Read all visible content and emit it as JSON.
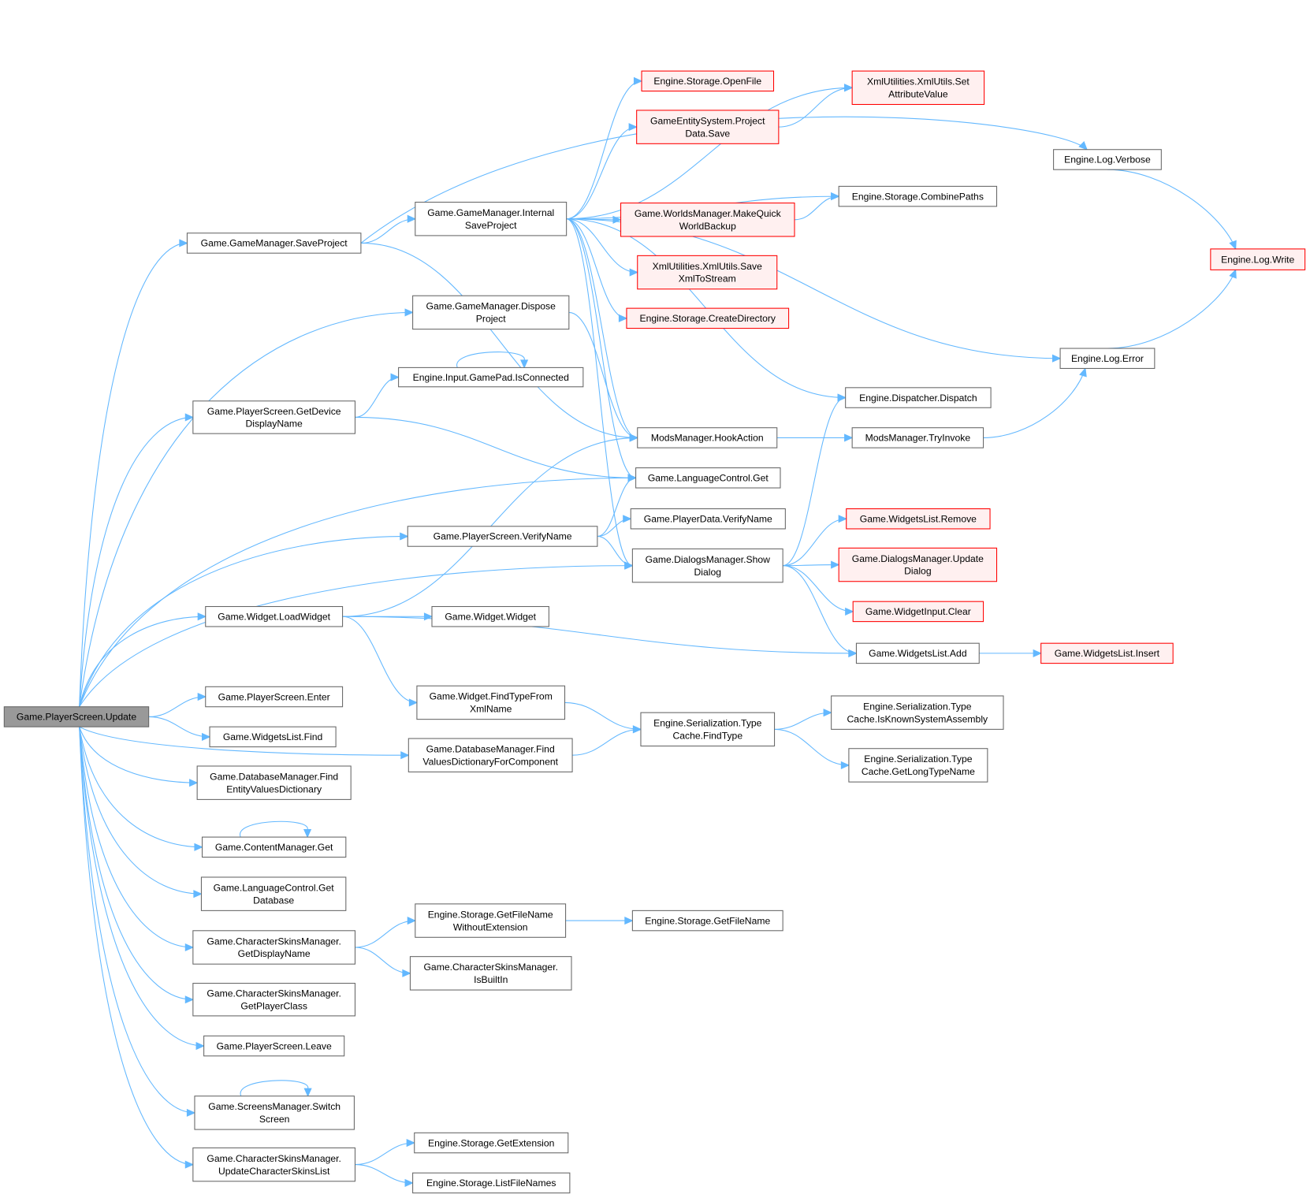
{
  "colors": {
    "edge": "#63b8ff",
    "box_border": "#666666",
    "red_border": "#ff0000",
    "red_fill": "#fff0f0",
    "root_fill": "#999999"
  },
  "nodes": [
    {
      "id": "update",
      "lines": [
        "Game.PlayerScreen.Update"
      ],
      "type": "root"
    },
    {
      "id": "saveproject",
      "lines": [
        "Game.GameManager.SaveProject"
      ]
    },
    {
      "id": "internalsave",
      "lines": [
        "Game.GameManager.Internal",
        "SaveProject"
      ]
    },
    {
      "id": "dispose",
      "lines": [
        "Game.GameManager.Dispose",
        "Project"
      ]
    },
    {
      "id": "isconnected",
      "lines": [
        "Engine.Input.GamePad.IsConnected"
      ]
    },
    {
      "id": "devicename",
      "lines": [
        "Game.PlayerScreen.GetDevice",
        "DisplayName"
      ]
    },
    {
      "id": "langget",
      "lines": [
        "Game.LanguageControl.Get"
      ]
    },
    {
      "id": "verifyname",
      "lines": [
        "Game.PlayerScreen.VerifyName"
      ]
    },
    {
      "id": "loadwidget",
      "lines": [
        "Game.Widget.LoadWidget"
      ]
    },
    {
      "id": "enter",
      "lines": [
        "Game.PlayerScreen.Enter"
      ]
    },
    {
      "id": "wfind",
      "lines": [
        "Game.WidgetsList.Find"
      ]
    },
    {
      "id": "findentity",
      "lines": [
        "Game.DatabaseManager.Find",
        "EntityValuesDictionary"
      ]
    },
    {
      "id": "contentget",
      "lines": [
        "Game.ContentManager.Get"
      ]
    },
    {
      "id": "getdatabase",
      "lines": [
        "Game.LanguageControl.Get",
        "Database"
      ]
    },
    {
      "id": "skindisplay",
      "lines": [
        "Game.CharacterSkinsManager.",
        "GetDisplayName"
      ]
    },
    {
      "id": "playerclass",
      "lines": [
        "Game.CharacterSkinsManager.",
        "GetPlayerClass"
      ]
    },
    {
      "id": "leave",
      "lines": [
        "Game.PlayerScreen.Leave"
      ]
    },
    {
      "id": "switchscreen",
      "lines": [
        "Game.ScreensManager.Switch",
        "Screen"
      ]
    },
    {
      "id": "updateskins",
      "lines": [
        "Game.CharacterSkinsManager.",
        "UpdateCharacterSkinsList"
      ]
    },
    {
      "id": "openfile",
      "lines": [
        "Engine.Storage.OpenFile"
      ],
      "type": "red"
    },
    {
      "id": "pdsave",
      "lines": [
        "GameEntitySystem.Project",
        "Data.Save"
      ],
      "type": "red"
    },
    {
      "id": "setattr",
      "lines": [
        "XmlUtilities.XmlUtils.Set",
        "AttributeValue"
      ],
      "type": "red"
    },
    {
      "id": "verbose",
      "lines": [
        "Engine.Log.Verbose"
      ]
    },
    {
      "id": "combine",
      "lines": [
        "Engine.Storage.CombinePaths"
      ]
    },
    {
      "id": "backup",
      "lines": [
        "Game.WorldsManager.MakeQuick",
        "WorldBackup"
      ],
      "type": "red"
    },
    {
      "id": "savexml",
      "lines": [
        "XmlUtilities.XmlUtils.Save",
        "XmlToStream"
      ],
      "type": "red"
    },
    {
      "id": "createdir",
      "lines": [
        "Engine.Storage.CreateDirectory"
      ],
      "type": "red"
    },
    {
      "id": "write",
      "lines": [
        "Engine.Log.Write"
      ],
      "type": "red"
    },
    {
      "id": "error",
      "lines": [
        "Engine.Log.Error"
      ]
    },
    {
      "id": "dispatch",
      "lines": [
        "Engine.Dispatcher.Dispatch"
      ]
    },
    {
      "id": "hook",
      "lines": [
        "ModsManager.HookAction"
      ]
    },
    {
      "id": "tryinvoke",
      "lines": [
        "ModsManager.TryInvoke"
      ]
    },
    {
      "id": "pdverify",
      "lines": [
        "Game.PlayerData.VerifyName"
      ]
    },
    {
      "id": "showdialog",
      "lines": [
        "Game.DialogsManager.Show",
        "Dialog"
      ]
    },
    {
      "id": "wremove",
      "lines": [
        "Game.WidgetsList.Remove"
      ],
      "type": "red"
    },
    {
      "id": "updatedialog",
      "lines": [
        "Game.DialogsManager.Update",
        "Dialog"
      ],
      "type": "red"
    },
    {
      "id": "inputclear",
      "lines": [
        "Game.WidgetInput.Clear"
      ],
      "type": "red"
    },
    {
      "id": "wadd",
      "lines": [
        "Game.WidgetsList.Add"
      ]
    },
    {
      "id": "winsert",
      "lines": [
        "Game.WidgetsList.Insert"
      ],
      "type": "red"
    },
    {
      "id": "widget",
      "lines": [
        "Game.Widget.Widget"
      ]
    },
    {
      "id": "findtypexml",
      "lines": [
        "Game.Widget.FindTypeFrom",
        "XmlName"
      ]
    },
    {
      "id": "findvalues",
      "lines": [
        "Game.DatabaseManager.Find",
        "ValuesDictionaryForComponent"
      ]
    },
    {
      "id": "findtype",
      "lines": [
        "Engine.Serialization.Type",
        "Cache.FindType"
      ]
    },
    {
      "id": "isknown",
      "lines": [
        "Engine.Serialization.Type",
        "Cache.IsKnownSystemAssembly"
      ]
    },
    {
      "id": "longtype",
      "lines": [
        "Engine.Serialization.Type",
        "Cache.GetLongTypeName"
      ]
    },
    {
      "id": "fnnoext",
      "lines": [
        "Engine.Storage.GetFileName",
        "WithoutExtension"
      ]
    },
    {
      "id": "filename",
      "lines": [
        "Engine.Storage.GetFileName"
      ]
    },
    {
      "id": "builtin",
      "lines": [
        "Game.CharacterSkinsManager.",
        "IsBuiltIn"
      ]
    },
    {
      "id": "getext",
      "lines": [
        "Engine.Storage.GetExtension"
      ]
    },
    {
      "id": "listfiles",
      "lines": [
        "Engine.Storage.ListFileNames"
      ]
    }
  ],
  "edges": [
    [
      "update",
      "saveproject"
    ],
    [
      "update",
      "dispose"
    ],
    [
      "update",
      "devicename"
    ],
    [
      "update",
      "langget"
    ],
    [
      "update",
      "verifyname"
    ],
    [
      "update",
      "showdialog"
    ],
    [
      "update",
      "loadwidget"
    ],
    [
      "update",
      "findvalues"
    ],
    [
      "update",
      "enter"
    ],
    [
      "update",
      "wfind"
    ],
    [
      "update",
      "findentity"
    ],
    [
      "update",
      "contentget"
    ],
    [
      "update",
      "getdatabase"
    ],
    [
      "update",
      "skindisplay"
    ],
    [
      "update",
      "playerclass"
    ],
    [
      "update",
      "leave"
    ],
    [
      "update",
      "switchscreen"
    ],
    [
      "update",
      "updateskins"
    ],
    [
      "saveproject",
      "internalsave"
    ],
    [
      "saveproject",
      "verbose"
    ],
    [
      "saveproject",
      "hook"
    ],
    [
      "internalsave",
      "openfile"
    ],
    [
      "internalsave",
      "pdsave"
    ],
    [
      "internalsave",
      "setattr"
    ],
    [
      "internalsave",
      "combine"
    ],
    [
      "internalsave",
      "backup"
    ],
    [
      "internalsave",
      "savexml"
    ],
    [
      "internalsave",
      "createdir"
    ],
    [
      "internalsave",
      "error"
    ],
    [
      "internalsave",
      "dispatch"
    ],
    [
      "internalsave",
      "hook"
    ],
    [
      "internalsave",
      "langget"
    ],
    [
      "internalsave",
      "showdialog"
    ],
    [
      "dispose",
      "hook"
    ],
    [
      "pdsave",
      "setattr"
    ],
    [
      "backup",
      "combine"
    ],
    [
      "verbose",
      "write"
    ],
    [
      "error",
      "write"
    ],
    [
      "hook",
      "tryinvoke"
    ],
    [
      "tryinvoke",
      "error"
    ],
    [
      "isconnected",
      "isconnected"
    ],
    [
      "devicename",
      "isconnected"
    ],
    [
      "devicename",
      "langget"
    ],
    [
      "verifyname",
      "langget"
    ],
    [
      "verifyname",
      "pdverify"
    ],
    [
      "verifyname",
      "showdialog"
    ],
    [
      "showdialog",
      "dispatch"
    ],
    [
      "showdialog",
      "wremove"
    ],
    [
      "showdialog",
      "updatedialog"
    ],
    [
      "showdialog",
      "inputclear"
    ],
    [
      "showdialog",
      "wadd"
    ],
    [
      "loadwidget",
      "hook"
    ],
    [
      "loadwidget",
      "widget"
    ],
    [
      "loadwidget",
      "findtypexml"
    ],
    [
      "loadwidget",
      "wadd"
    ],
    [
      "wadd",
      "winsert"
    ],
    [
      "findtypexml",
      "findtype"
    ],
    [
      "findvalues",
      "findtype"
    ],
    [
      "findtype",
      "isknown"
    ],
    [
      "findtype",
      "longtype"
    ],
    [
      "contentget",
      "contentget"
    ],
    [
      "skindisplay",
      "fnnoext"
    ],
    [
      "skindisplay",
      "builtin"
    ],
    [
      "fnnoext",
      "filename"
    ],
    [
      "switchscreen",
      "switchscreen"
    ],
    [
      "updateskins",
      "getext"
    ],
    [
      "updateskins",
      "listfiles"
    ]
  ]
}
